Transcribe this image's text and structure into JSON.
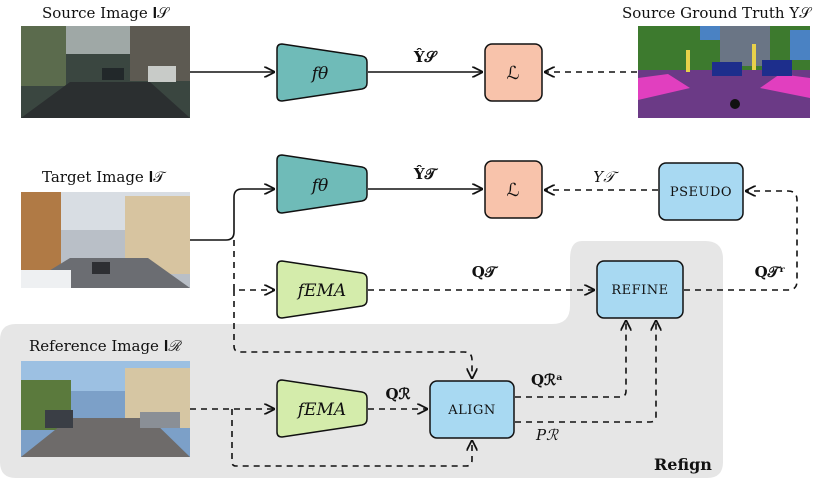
{
  "captions": {
    "source_image": "Source Image 𝐈𝒮",
    "source_gt": "Source Ground Truth Y𝒮",
    "target_image": "Target Image 𝐈𝒯",
    "reference_image": "Reference Image 𝐈ℛ"
  },
  "nodes": {
    "f_theta_top": "fθ",
    "f_theta_mid": "fθ",
    "f_ema_mid": "fEMA",
    "f_ema_bot": "fEMA",
    "loss_top": "ℒ",
    "loss_mid": "ℒ",
    "pseudo": "PSEUDO",
    "refine": "REFINE",
    "align": "ALIGN"
  },
  "edge_labels": {
    "y_hat_s": "Ŷ𝒮",
    "y_hat_t": "Ŷ𝒯",
    "y_t": "Y𝒯",
    "q_t": "Q𝒯",
    "q_r": "Qℛ",
    "q_t_r": "Q𝒯ʳ",
    "q_a_r": "Qℛᵃ",
    "p_r": "Pℛ"
  },
  "region_label": "Refign",
  "colors": {
    "encoder_teal": "#6fbbb8",
    "ema_green": "#d4ecab",
    "loss_salmon": "#f8c3ab",
    "module_blue": "#a8d9f2",
    "region_grey": "#e6e6e6"
  }
}
